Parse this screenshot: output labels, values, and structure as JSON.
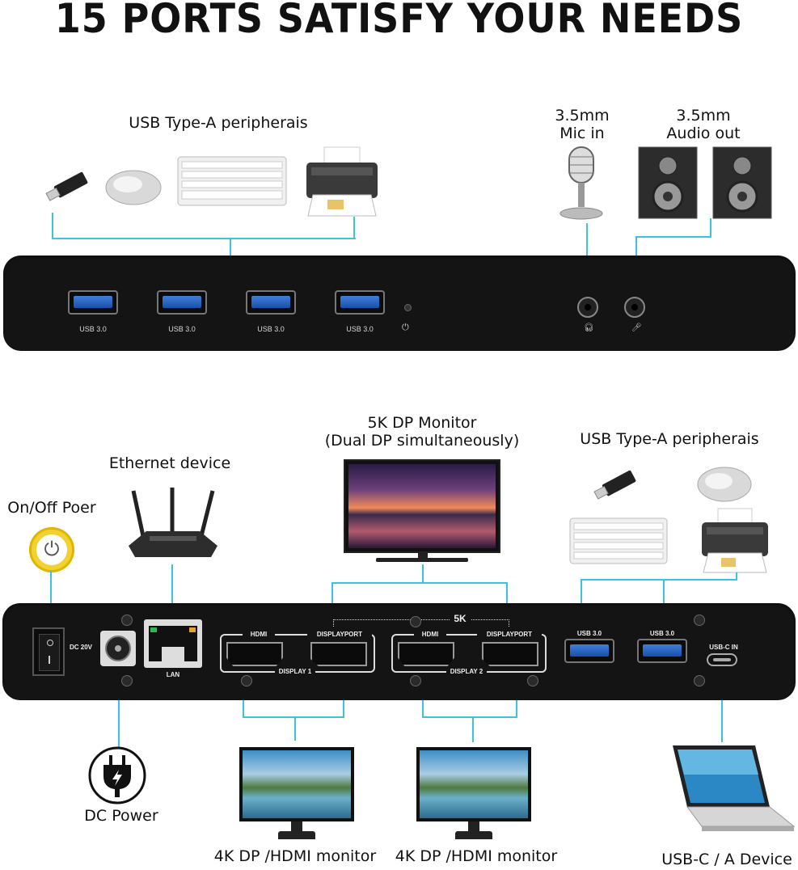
{
  "title": "15 PORTS SATISFY YOUR NEEDS",
  "top": {
    "usb_peripherals_label": "USB Type-A peripherais",
    "mic_label_line1": "3.5mm",
    "mic_label_line2": "Mic in",
    "audio_label_line1": "3.5mm",
    "audio_label_line2": "Audio out",
    "ports": [
      "USB 3.0",
      "USB 3.0",
      "USB 3.0",
      "USB 3.0"
    ]
  },
  "bottom": {
    "ethernet_label": "Ethernet device",
    "onoff_label": "On/Off Poer",
    "dp5k_line1": "5K DP Monitor",
    "dp5k_line2": "(Dual DP simultaneously)",
    "usb_peripherals_label": "USB Type-A peripherais",
    "dc_label": "DC 20V",
    "lan_label": "LAN",
    "hdmi_label": "HDMI",
    "displayport_label": "DISPLAYPORT",
    "display1_label": "DISPLAY 1",
    "display2_label": "DISPLAY 2",
    "fivek_label": "5K",
    "usb_right_ports": [
      "USB 3.0",
      "USB 3.0"
    ],
    "usbc_label": "USB-C IN",
    "dc_power_label": "DC Power",
    "monitor1_label": "4K DP /HDMI monitor",
    "monitor2_label": "4K DP /HDMI monitor",
    "device_label": "USB-C / A Device"
  },
  "colors": {
    "connector_line": "#3cc4dc",
    "dock": "#141414",
    "usb_blue": "#2a62c2",
    "power_ring": "#e0b700"
  }
}
